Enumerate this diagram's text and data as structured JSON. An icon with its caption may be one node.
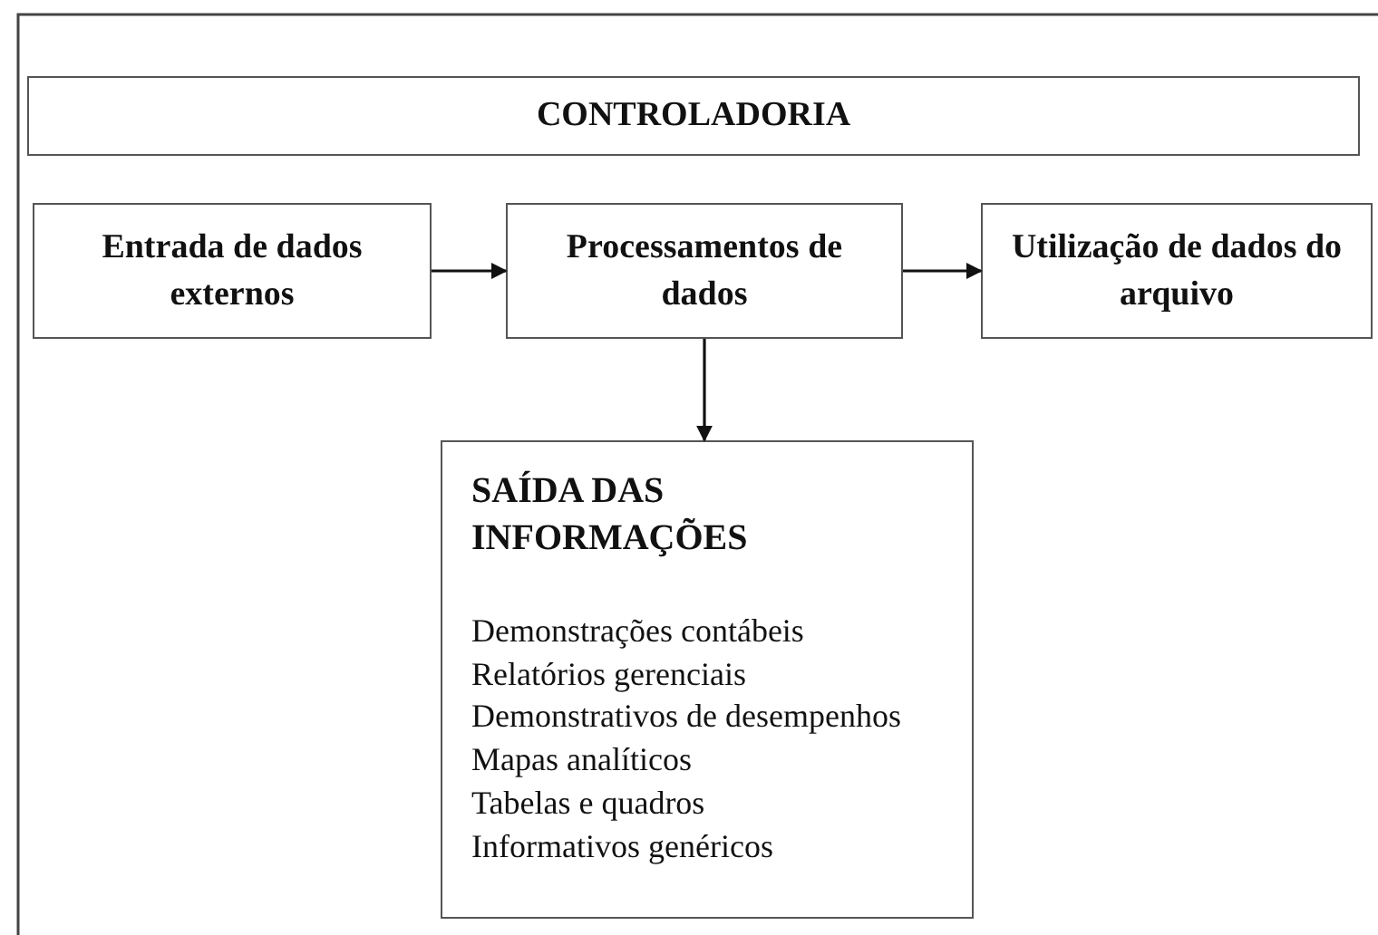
{
  "diagram": {
    "nodes": [
      {
        "text": [
          "CONTROLADORIA"
        ]
      },
      {
        "text": [
          "Entrada de dados externos"
        ]
      },
      {
        "text": [
          "Processamentos de dados"
        ]
      },
      {
        "text": [
          "Utilização de dados do arquivo"
        ]
      },
      {
        "text": [
          "SAÍDA DAS INFORMAÇÕES",
          "Demonstrações contábeis",
          "Relatórios gerenciais",
          "Demonstrativos de desempenhos",
          "Mapas analíticos",
          "Tabelas e quadros",
          "Informativos genéricos"
        ]
      }
    ],
    "edges": [
      {
        "from": 1,
        "to": 2,
        "arrow": "to"
      },
      {
        "from": 2,
        "to": 3,
        "arrow": "to"
      },
      {
        "from": 2,
        "to": 4,
        "arrow": "to"
      }
    ]
  }
}
